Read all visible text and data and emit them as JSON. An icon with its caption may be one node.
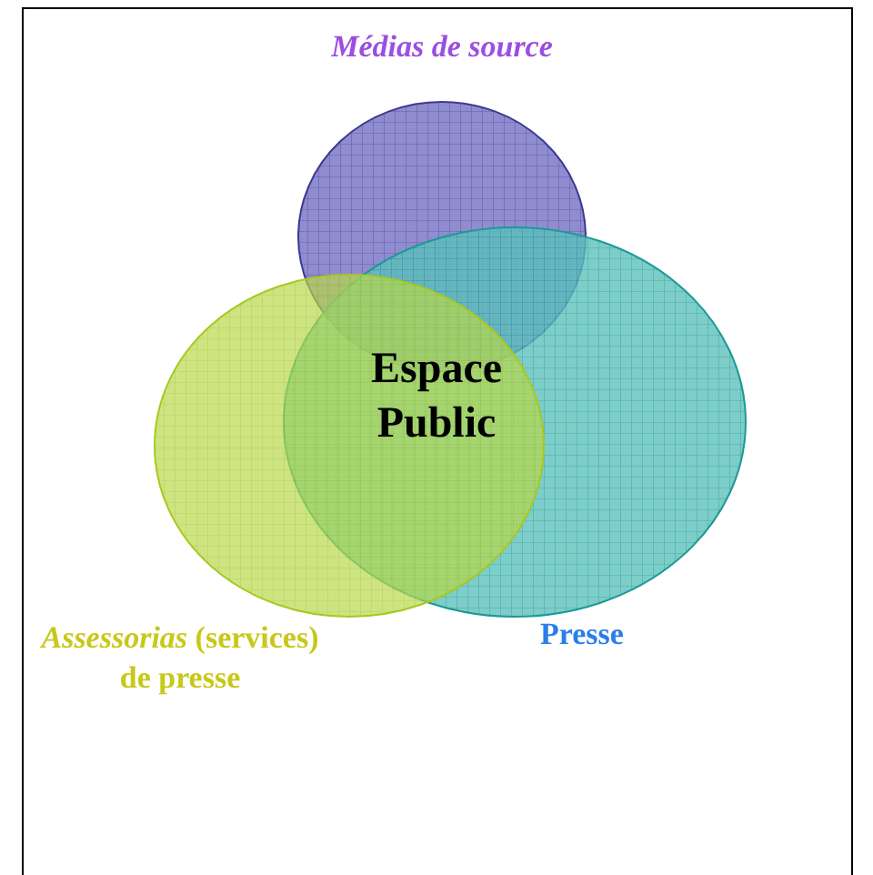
{
  "diagram": {
    "nodes": [
      {
        "text": [
          "Médias de source"
        ]
      },
      {
        "text": [
          "*Assessorias* (services) de presse"
        ]
      },
      {
        "text": [
          "Presse"
        ]
      }
    ],
    "labels": [
      "Espace Public"
    ]
  }
}
